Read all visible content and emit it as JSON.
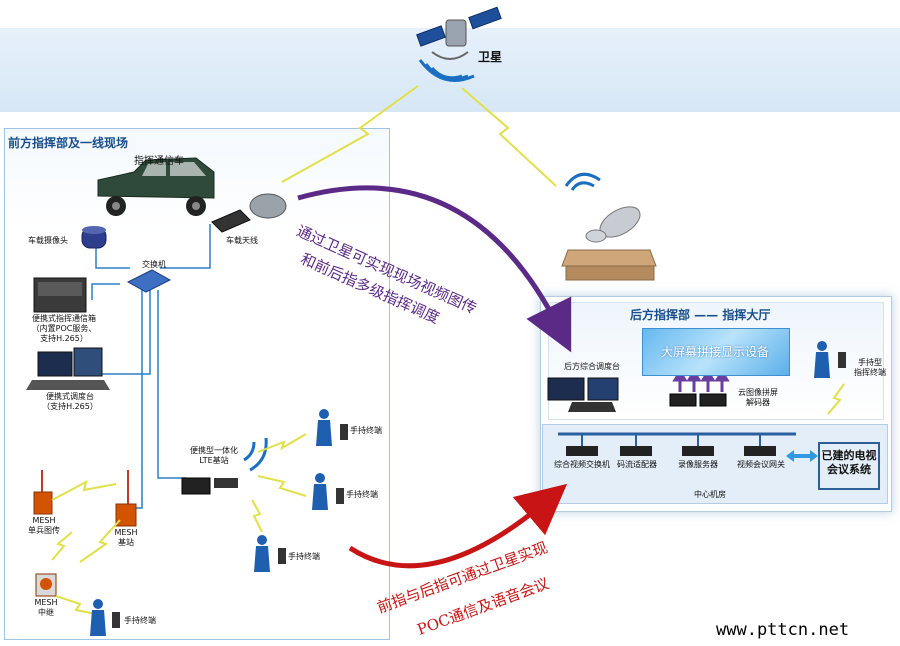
{
  "satellite": {
    "label": "卫星"
  },
  "front": {
    "title": "前方指挥部及一线现场",
    "vehicle": "指挥通信车",
    "vehicle_antenna": "车载天线",
    "vehicle_camera": "车载摄像头",
    "switch": "交换机",
    "portable_box": [
      "便携式指挥通信箱",
      "（内置POC服务、",
      "支持H.265）"
    ],
    "portable_console": [
      "便携式调度台",
      "（支持H.265）"
    ],
    "lte_station": [
      "便携型一体化",
      "LTE基站"
    ],
    "handheld": "手持终端",
    "mesh_soldier": [
      "MESH",
      "单兵图传"
    ],
    "mesh_base": [
      "MESH",
      "基站"
    ],
    "mesh_relay": [
      "MESH",
      "中继"
    ]
  },
  "rear": {
    "title": "后方指挥部 —— 指挥大厅",
    "wall": "大屏幕拼接显示设备",
    "console": "后方综合调度台",
    "decoder": [
      "云图像拼屏",
      "解码器"
    ],
    "handheld_cmd": [
      "手持型",
      "指挥终端"
    ],
    "room": "中心机房",
    "devices": [
      "综合视频交换机",
      "码流适配器",
      "录像服务器",
      "视频会议网关"
    ],
    "tv_system": [
      "已建的电视",
      "会议系统"
    ]
  },
  "callouts": {
    "top": [
      "通过卫星可实现现场视频图传",
      "和前后指多级指挥调度"
    ],
    "bottom": [
      "前指与后指可通过卫星实现",
      "POC通信及语音会议"
    ]
  },
  "colors": {
    "purple": "#5b2a86",
    "red": "#c81414",
    "blue": "#1a4f8c",
    "line": "#2a7fc8"
  },
  "watermark": "www.pttcn.net"
}
